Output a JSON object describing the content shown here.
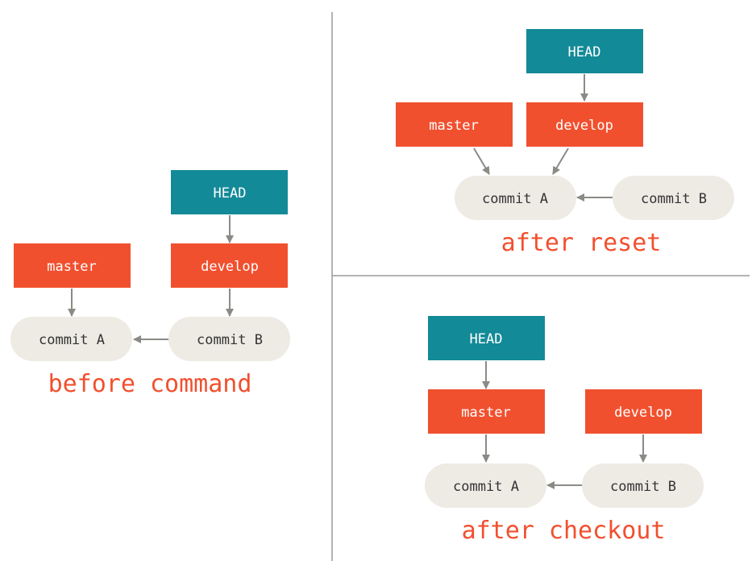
{
  "colors": {
    "head": "#138a97",
    "branch": "#f1502f",
    "commit": "#eeebe5",
    "arrow": "#8b8b86",
    "divider": "#9a9a9a",
    "caption": "#f1502f",
    "label_on_dark": "#ffffff",
    "label_on_commit": "#333333"
  },
  "panels": {
    "before": {
      "caption": "before command",
      "head": "HEAD",
      "branch_master": "master",
      "branch_develop": "develop",
      "commit_a": "commit A",
      "commit_b": "commit B"
    },
    "reset": {
      "caption": "after reset",
      "head": "HEAD",
      "branch_master": "master",
      "branch_develop": "develop",
      "commit_a": "commit A",
      "commit_b": "commit B"
    },
    "checkout": {
      "caption": "after checkout",
      "head": "HEAD",
      "branch_master": "master",
      "branch_develop": "develop",
      "commit_a": "commit A",
      "commit_b": "commit B"
    }
  }
}
